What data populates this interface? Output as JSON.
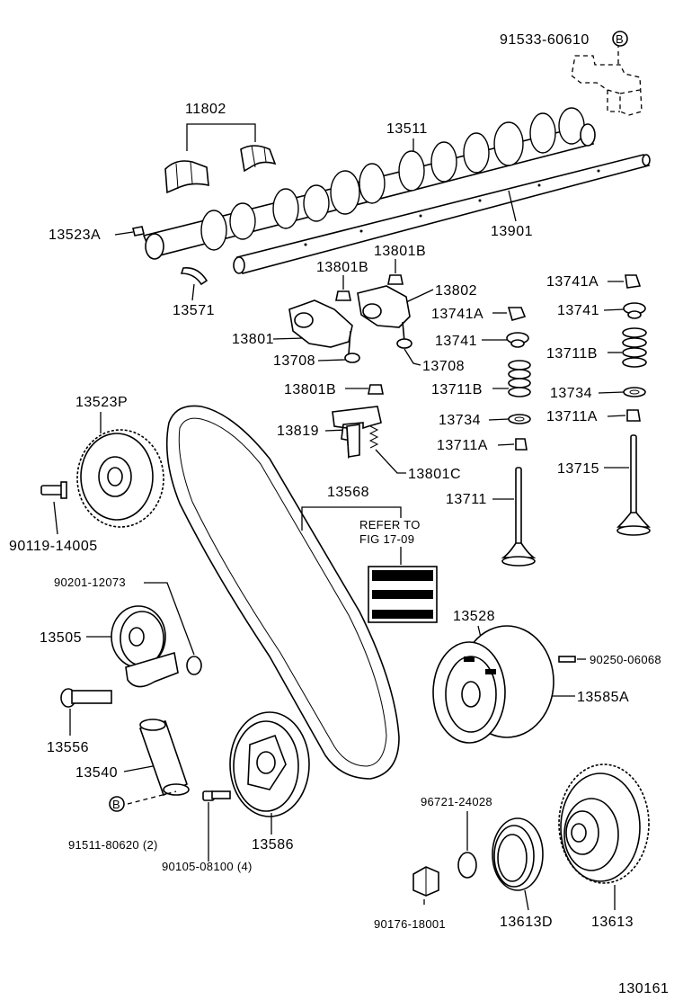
{
  "diagram_id": "130161",
  "reference": {
    "line1": "REFER TO",
    "line2": "FIG 17-09"
  },
  "bolt_marker": "B",
  "parts": {
    "p91533": "91533-60610",
    "p11802": "11802",
    "p13511": "13511",
    "p13901": "13901",
    "p13523A": "13523A",
    "p13571": "13571",
    "p13801B_a": "13801B",
    "p13801B_b": "13801B",
    "p13802": "13802",
    "p13801": "13801",
    "p13708_a": "13708",
    "p13708_b": "13708",
    "p13801B_c": "13801B",
    "p13819": "13819",
    "p13801C": "13801C",
    "p13741A_a": "13741A",
    "p13741_a": "13741",
    "p13711B_a": "13711B",
    "p13734_a": "13734",
    "p13711A_a": "13711A",
    "p13711": "13711",
    "p13741A_b": "13741A",
    "p13741_b": "13741",
    "p13711B_b": "13711B",
    "p13734_b": "13734",
    "p13711A_b": "13711A",
    "p13715": "13715",
    "p13523P": "13523P",
    "p90119": "90119-14005",
    "p13568": "13568",
    "p90201": "90201-12073",
    "p13505": "13505",
    "p13556": "13556",
    "p13540": "13540",
    "p91511": "91511-80620 (2)",
    "p90105": "90105-08100 (4)",
    "p13586": "13586",
    "p13528": "13528",
    "p90250": "90250-06068",
    "p13585A": "13585A",
    "p96721": "96721-24028",
    "p90176": "90176-18001",
    "p13613D": "13613D",
    "p13613": "13613"
  }
}
